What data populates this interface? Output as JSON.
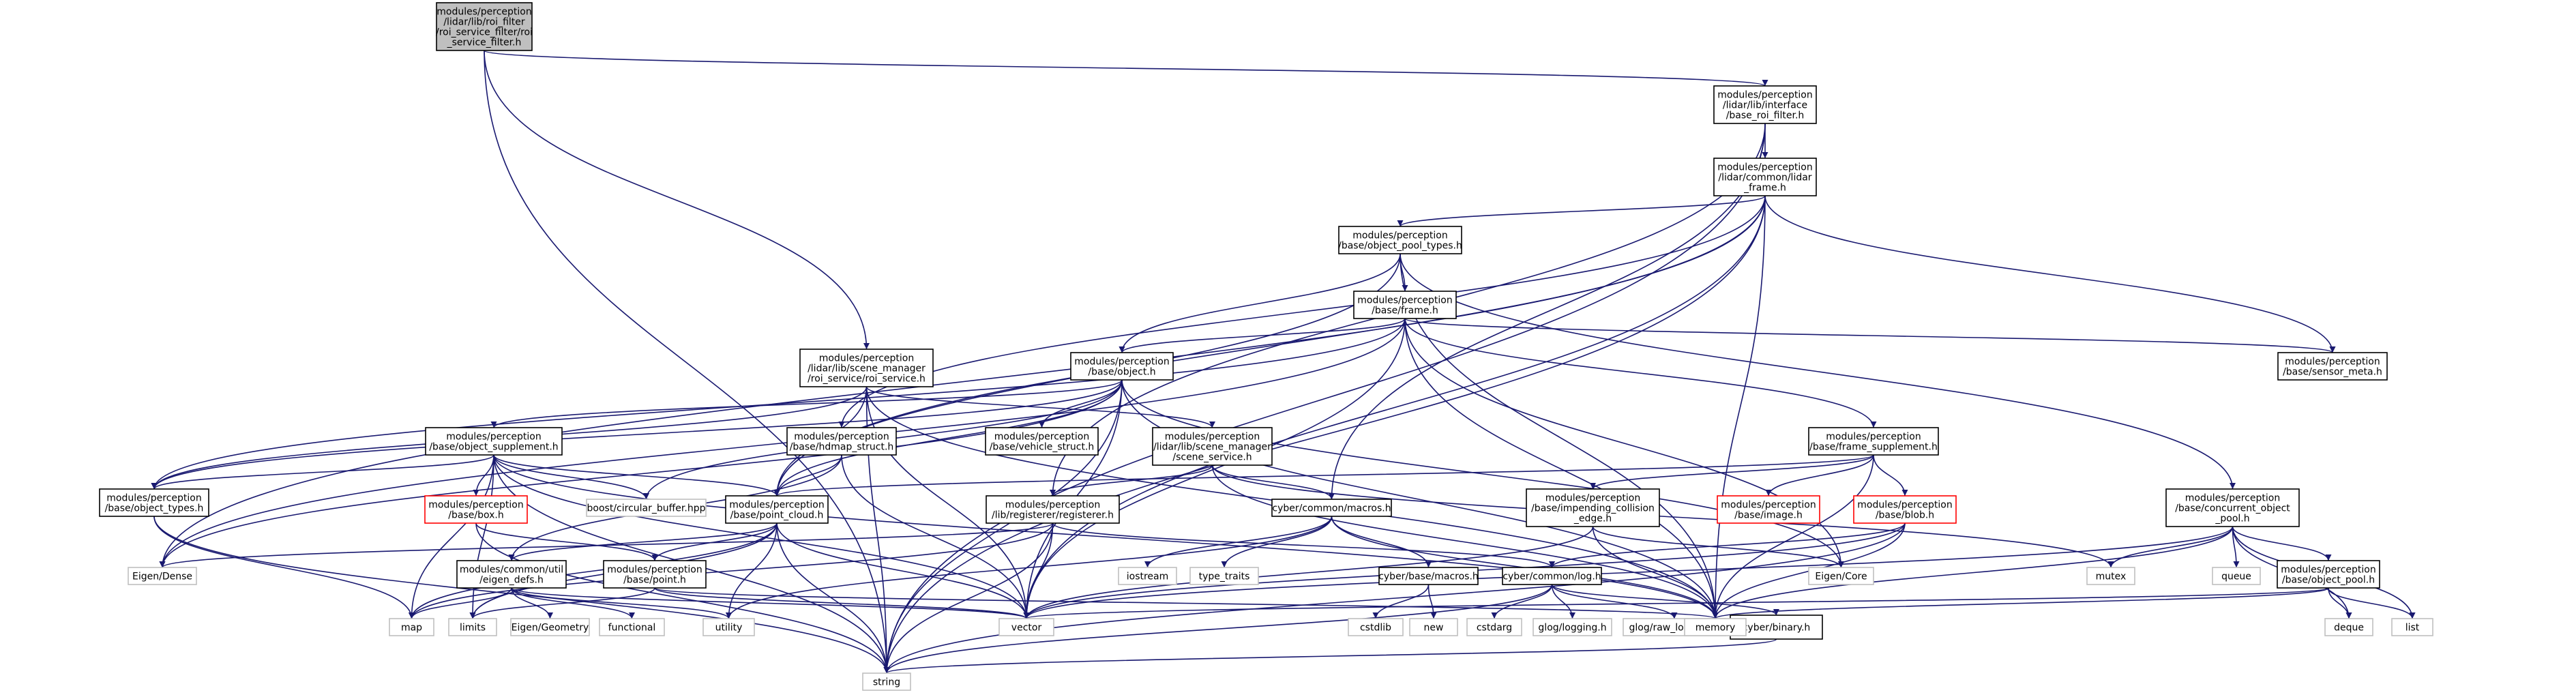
{
  "colors": {
    "edge": "#191970",
    "node_border": "#000000",
    "node_fill": "#ffffff",
    "root_fill": "#bfbfbf",
    "external_border": "#bfbfbf",
    "truncated_border": "#ff0000"
  },
  "nodes": [
    {
      "id": "root",
      "label": [
        "modules/perception",
        "/lidar/lib/roi_filter",
        "/roi_service_filter/roi",
        "_service_filter.h"
      ],
      "style": "root"
    },
    {
      "id": "base_roi_filter",
      "label": [
        "modules/perception",
        "/lidar/lib/interface",
        "/base_roi_filter.h"
      ],
      "style": "normal"
    },
    {
      "id": "lidar_frame",
      "label": [
        "modules/perception",
        "/lidar/common/lidar",
        "_frame.h"
      ],
      "style": "normal"
    },
    {
      "id": "object_pool_types",
      "label": [
        "modules/perception",
        "/base/object_pool_types.h"
      ],
      "style": "normal"
    },
    {
      "id": "frame",
      "label": [
        "modules/perception",
        "/base/frame.h"
      ],
      "style": "normal"
    },
    {
      "id": "roi_service",
      "label": [
        "modules/perception",
        "/lidar/lib/scene_manager",
        "/roi_service/roi_service.h"
      ],
      "style": "normal"
    },
    {
      "id": "object",
      "label": [
        "modules/perception",
        "/base/object.h"
      ],
      "style": "normal"
    },
    {
      "id": "sensor_meta",
      "label": [
        "modules/perception",
        "/base/sensor_meta.h"
      ],
      "style": "normal"
    },
    {
      "id": "object_supplement",
      "label": [
        "modules/perception",
        "/base/object_supplement.h"
      ],
      "style": "normal"
    },
    {
      "id": "hdmap_struct",
      "label": [
        "modules/perception",
        "/base/hdmap_struct.h"
      ],
      "style": "normal"
    },
    {
      "id": "vehicle_struct",
      "label": [
        "modules/perception",
        "/base/vehicle_struct.h"
      ],
      "style": "normal"
    },
    {
      "id": "scene_service",
      "label": [
        "modules/perception",
        "/lidar/lib/scene_manager",
        "/scene_service.h"
      ],
      "style": "normal"
    },
    {
      "id": "frame_supplement",
      "label": [
        "modules/perception",
        "/base/frame_supplement.h"
      ],
      "style": "normal"
    },
    {
      "id": "object_types",
      "label": [
        "modules/perception",
        "/base/object_types.h"
      ],
      "style": "normal"
    },
    {
      "id": "box",
      "label": [
        "modules/perception",
        "/base/box.h"
      ],
      "style": "truncated"
    },
    {
      "id": "circular_buffer",
      "label": [
        "boost/circular_buffer.hpp"
      ],
      "style": "external"
    },
    {
      "id": "point_cloud",
      "label": [
        "modules/perception",
        "/base/point_cloud.h"
      ],
      "style": "normal"
    },
    {
      "id": "registerer",
      "label": [
        "modules/perception",
        "/lib/registerer/registerer.h"
      ],
      "style": "normal"
    },
    {
      "id": "macros",
      "label": [
        "cyber/common/macros.h"
      ],
      "style": "normal"
    },
    {
      "id": "impending_collision_edge",
      "label": [
        "modules/perception",
        "/base/impending_collision",
        "_edge.h"
      ],
      "style": "normal"
    },
    {
      "id": "image",
      "label": [
        "modules/perception",
        "/base/image.h"
      ],
      "style": "truncated"
    },
    {
      "id": "blob",
      "label": [
        "modules/perception",
        "/base/blob.h"
      ],
      "style": "truncated"
    },
    {
      "id": "concurrent_object_pool",
      "label": [
        "modules/perception",
        "/base/concurrent_object",
        "_pool.h"
      ],
      "style": "normal"
    },
    {
      "id": "eigen_dense",
      "label": [
        "Eigen/Dense"
      ],
      "style": "external"
    },
    {
      "id": "eigen_defs",
      "label": [
        "modules/common/util",
        "/eigen_defs.h"
      ],
      "style": "normal"
    },
    {
      "id": "point",
      "label": [
        "modules/perception",
        "/base/point.h"
      ],
      "style": "normal"
    },
    {
      "id": "base_macros",
      "label": [
        "cyber/base/macros.h"
      ],
      "style": "normal"
    },
    {
      "id": "iostream",
      "label": [
        "iostream"
      ],
      "style": "external"
    },
    {
      "id": "type_traits",
      "label": [
        "type_traits"
      ],
      "style": "external"
    },
    {
      "id": "log",
      "label": [
        "cyber/common/log.h"
      ],
      "style": "normal"
    },
    {
      "id": "eigen_core",
      "label": [
        "Eigen/Core"
      ],
      "style": "external"
    },
    {
      "id": "mutex",
      "label": [
        "mutex"
      ],
      "style": "external"
    },
    {
      "id": "queue",
      "label": [
        "queue"
      ],
      "style": "external"
    },
    {
      "id": "object_pool",
      "label": [
        "modules/perception",
        "/base/object_pool.h"
      ],
      "style": "normal"
    },
    {
      "id": "map",
      "label": [
        "map"
      ],
      "style": "external"
    },
    {
      "id": "limits",
      "label": [
        "limits"
      ],
      "style": "external"
    },
    {
      "id": "eigen_geometry",
      "label": [
        "Eigen/Geometry"
      ],
      "style": "external"
    },
    {
      "id": "functional",
      "label": [
        "functional"
      ],
      "style": "external"
    },
    {
      "id": "utility",
      "label": [
        "utility"
      ],
      "style": "external"
    },
    {
      "id": "vector",
      "label": [
        "vector"
      ],
      "style": "external"
    },
    {
      "id": "cstdlib",
      "label": [
        "cstdlib"
      ],
      "style": "external"
    },
    {
      "id": "new",
      "label": [
        "new"
      ],
      "style": "external"
    },
    {
      "id": "cstdarg",
      "label": [
        "cstdarg"
      ],
      "style": "external"
    },
    {
      "id": "glog_logging",
      "label": [
        "glog/logging.h"
      ],
      "style": "external"
    },
    {
      "id": "glog_raw_logging",
      "label": [
        "glog/raw_logging.h"
      ],
      "style": "external"
    },
    {
      "id": "binary",
      "label": [
        "cyber/binary.h"
      ],
      "style": "normal"
    },
    {
      "id": "memory",
      "label": [
        "memory"
      ],
      "style": "external"
    },
    {
      "id": "deque",
      "label": [
        "deque"
      ],
      "style": "external"
    },
    {
      "id": "list",
      "label": [
        "list"
      ],
      "style": "external"
    },
    {
      "id": "string",
      "label": [
        "string"
      ],
      "style": "external"
    }
  ],
  "edges": [
    [
      "root",
      "base_roi_filter"
    ],
    [
      "root",
      "roi_service"
    ],
    [
      "root",
      "string"
    ],
    [
      "base_roi_filter",
      "lidar_frame"
    ],
    [
      "base_roi_filter",
      "registerer"
    ],
    [
      "base_roi_filter",
      "macros"
    ],
    [
      "base_roi_filter",
      "string"
    ],
    [
      "lidar_frame",
      "object_pool_types"
    ],
    [
      "lidar_frame",
      "point_cloud"
    ],
    [
      "lidar_frame",
      "hdmap_struct"
    ],
    [
      "lidar_frame",
      "eigen_dense"
    ],
    [
      "lidar_frame",
      "sensor_meta"
    ],
    [
      "lidar_frame",
      "memory"
    ],
    [
      "lidar_frame",
      "vector"
    ],
    [
      "lidar_frame",
      "string"
    ],
    [
      "object_pool_types",
      "frame"
    ],
    [
      "object_pool_types",
      "object"
    ],
    [
      "object_pool_types",
      "point_cloud"
    ],
    [
      "object_pool_types",
      "concurrent_object_pool"
    ],
    [
      "object_pool_types",
      "memory"
    ],
    [
      "frame",
      "object"
    ],
    [
      "frame",
      "object_types"
    ],
    [
      "frame",
      "sensor_meta"
    ],
    [
      "frame",
      "frame_supplement"
    ],
    [
      "frame",
      "eigen_dense"
    ],
    [
      "frame",
      "memory"
    ],
    [
      "frame",
      "vector"
    ],
    [
      "frame",
      "eigen_core"
    ],
    [
      "roi_service",
      "scene_service"
    ],
    [
      "roi_service",
      "point_cloud"
    ],
    [
      "roi_service",
      "object_types"
    ],
    [
      "roi_service",
      "vector"
    ],
    [
      "roi_service",
      "string"
    ],
    [
      "roi_service",
      "memory"
    ],
    [
      "object",
      "object_supplement"
    ],
    [
      "object",
      "vehicle_struct"
    ],
    [
      "object",
      "point_cloud"
    ],
    [
      "object",
      "circular_buffer"
    ],
    [
      "object",
      "eigen_dense"
    ],
    [
      "object",
      "object_types"
    ],
    [
      "object",
      "string"
    ],
    [
      "object",
      "vector"
    ],
    [
      "object",
      "memory"
    ],
    [
      "object",
      "eigen_core"
    ],
    [
      "object_supplement",
      "box"
    ],
    [
      "object_supplement",
      "point_cloud"
    ],
    [
      "object_supplement",
      "object_types"
    ],
    [
      "object_supplement",
      "circular_buffer"
    ],
    [
      "object_supplement",
      "vector"
    ],
    [
      "object_supplement",
      "memory"
    ],
    [
      "object_supplement",
      "string"
    ],
    [
      "object_supplement",
      "limits"
    ],
    [
      "object_supplement",
      "map"
    ],
    [
      "hdmap_struct",
      "point_cloud"
    ],
    [
      "hdmap_struct",
      "eigen_defs"
    ],
    [
      "hdmap_struct",
      "vector"
    ],
    [
      "scene_service",
      "registerer"
    ],
    [
      "scene_service",
      "macros"
    ],
    [
      "scene_service",
      "mutex"
    ],
    [
      "scene_service",
      "memory"
    ],
    [
      "frame_supplement",
      "impending_collision_edge"
    ],
    [
      "frame_supplement",
      "image"
    ],
    [
      "frame_supplement",
      "blob"
    ],
    [
      "frame_supplement",
      "point_cloud"
    ],
    [
      "frame_supplement",
      "memory"
    ],
    [
      "object_types",
      "map"
    ],
    [
      "object_types",
      "string"
    ],
    [
      "box",
      "point"
    ],
    [
      "box",
      "string"
    ],
    [
      "point_cloud",
      "point"
    ],
    [
      "point_cloud",
      "eigen_defs"
    ],
    [
      "point_cloud",
      "vector"
    ],
    [
      "point_cloud",
      "utility"
    ],
    [
      "point_cloud",
      "limits"
    ],
    [
      "point_cloud",
      "map"
    ],
    [
      "point_cloud",
      "string"
    ],
    [
      "registerer",
      "log"
    ],
    [
      "registerer",
      "vector"
    ],
    [
      "registerer",
      "string"
    ],
    [
      "registerer",
      "map"
    ],
    [
      "registerer",
      "eigen_dense"
    ],
    [
      "macros",
      "base_macros"
    ],
    [
      "macros",
      "iostream"
    ],
    [
      "macros",
      "type_traits"
    ],
    [
      "macros",
      "memory"
    ],
    [
      "macros",
      "utility"
    ],
    [
      "impending_collision_edge",
      "eigen_core"
    ],
    [
      "impending_collision_edge",
      "vector"
    ],
    [
      "impending_collision_edge",
      "memory"
    ],
    [
      "blob",
      "log"
    ],
    [
      "blob",
      "vector"
    ],
    [
      "blob",
      "memory"
    ],
    [
      "blob",
      "string"
    ],
    [
      "concurrent_object_pool",
      "object_pool"
    ],
    [
      "concurrent_object_pool",
      "mutex"
    ],
    [
      "concurrent_object_pool",
      "queue"
    ],
    [
      "concurrent_object_pool",
      "deque"
    ],
    [
      "concurrent_object_pool",
      "list"
    ],
    [
      "concurrent_object_pool",
      "vector"
    ],
    [
      "concurrent_object_pool",
      "memory"
    ],
    [
      "eigen_defs",
      "eigen_geometry"
    ],
    [
      "eigen_defs",
      "functional"
    ],
    [
      "eigen_defs",
      "map"
    ],
    [
      "eigen_defs",
      "utility"
    ],
    [
      "eigen_defs",
      "vector"
    ],
    [
      "point",
      "memory"
    ],
    [
      "point",
      "vector"
    ],
    [
      "point",
      "limits"
    ],
    [
      "base_macros",
      "cstdlib"
    ],
    [
      "base_macros",
      "new"
    ],
    [
      "log",
      "cstdarg"
    ],
    [
      "log",
      "glog_logging"
    ],
    [
      "log",
      "glog_raw_logging"
    ],
    [
      "log",
      "binary"
    ],
    [
      "log",
      "string"
    ],
    [
      "binary",
      "string"
    ],
    [
      "object_pool",
      "deque"
    ],
    [
      "object_pool",
      "list"
    ],
    [
      "object_pool",
      "memory"
    ],
    [
      "object_pool",
      "vector"
    ]
  ]
}
